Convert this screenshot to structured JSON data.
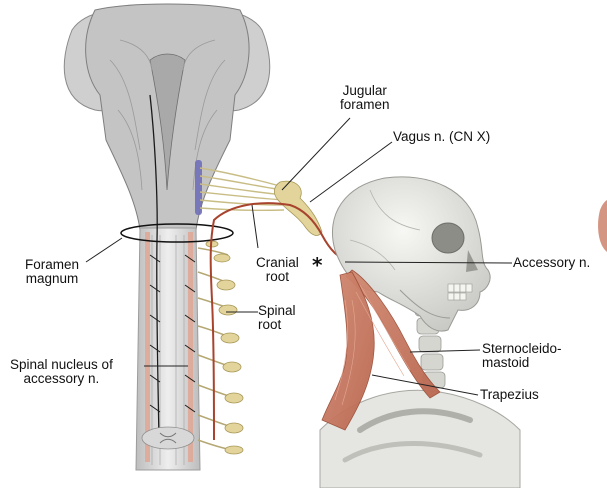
{
  "labels": {
    "jugular_foramen": [
      "Jugular",
      "foramen"
    ],
    "vagus": "Vagus n. (CN X)",
    "foramen_magnum": [
      "Foramen",
      "magnum"
    ],
    "cranial_root": [
      "Cranial",
      "root"
    ],
    "accessory": "Accessory n.",
    "spinal_root": [
      "Spinal",
      "root"
    ],
    "spinal_nucleus": [
      "Spinal nucleus of",
      "accessory n."
    ],
    "scm": [
      "Sternocleido-",
      "mastoid"
    ],
    "trapezius": "Trapezius",
    "asterisk": "*"
  },
  "colors": {
    "brainstem": "#c9c9c9",
    "nerve": "#a8432e",
    "ganglion": "#e3d7a0",
    "muscle": "#c97a63",
    "bone": "#e8e8e4",
    "pointer": "#333333"
  }
}
